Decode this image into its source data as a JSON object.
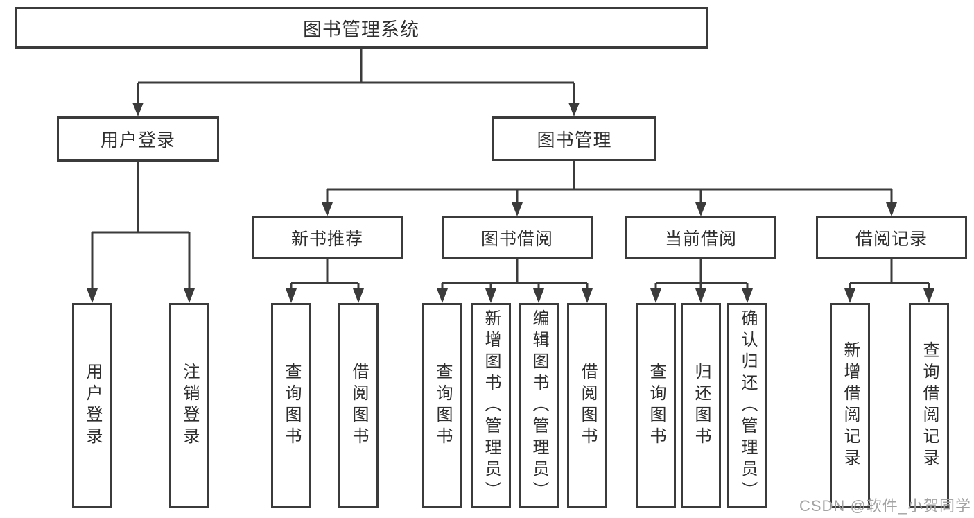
{
  "watermark": "CSDN @软件_小贺同学",
  "colors": {
    "line": "#3b3b3b",
    "box_border": "#3b3b3b",
    "text": "#2e2e2e",
    "background": "#ffffff",
    "watermark": "#a3a3a3"
  },
  "tree": {
    "root": {
      "label": "图书管理系统",
      "children": [
        {
          "label": "用户登录",
          "children": [
            {
              "label": "用户登录"
            },
            {
              "label": "注销登录"
            }
          ]
        },
        {
          "label": "图书管理",
          "children": [
            {
              "label": "新书推荐",
              "children": [
                {
                  "label": "查询图书"
                },
                {
                  "label": "借阅图书"
                }
              ]
            },
            {
              "label": "图书借阅",
              "children": [
                {
                  "label": "查询图书"
                },
                {
                  "label": "新增图书（管理员）"
                },
                {
                  "label": "编辑图书（管理员）"
                },
                {
                  "label": "借阅图书"
                }
              ]
            },
            {
              "label": "当前借阅",
              "children": [
                {
                  "label": "查询图书"
                },
                {
                  "label": "归还图书"
                },
                {
                  "label": "确认归还（管理员）"
                }
              ]
            },
            {
              "label": "借阅记录",
              "children": [
                {
                  "label": "新增借阅记录"
                },
                {
                  "label": "查询借阅记录"
                }
              ]
            }
          ]
        }
      ]
    }
  }
}
